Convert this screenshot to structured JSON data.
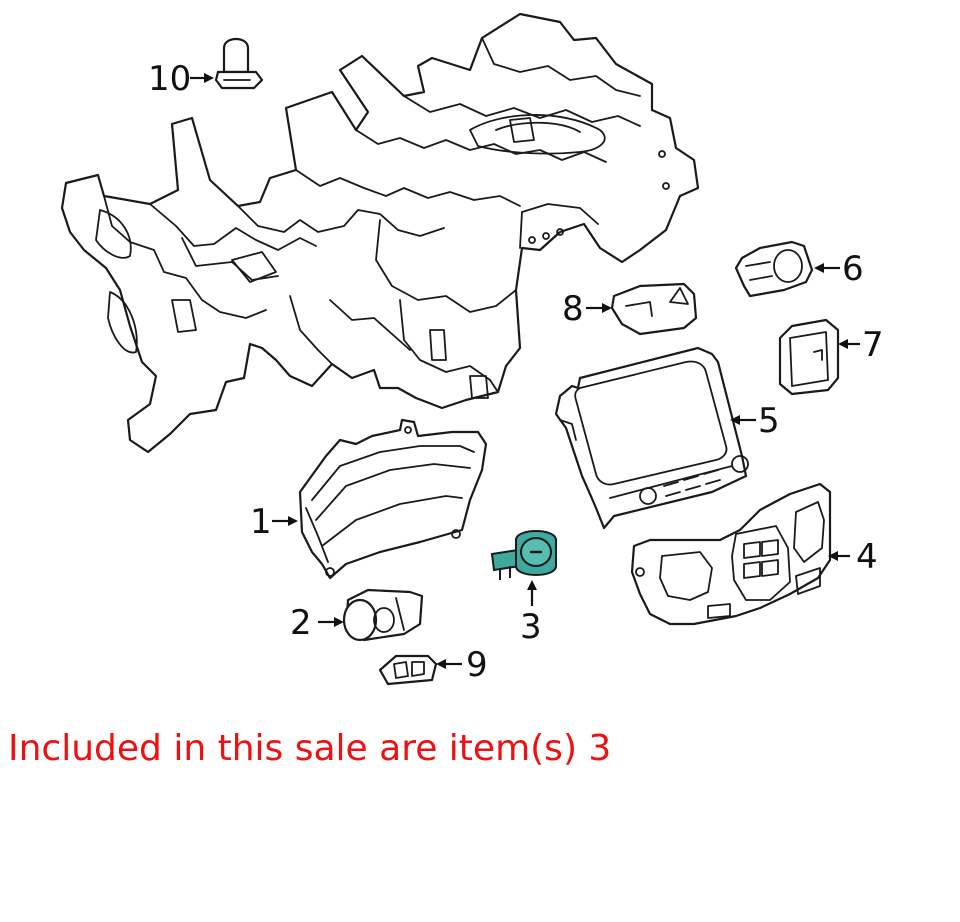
{
  "callouts": {
    "c1": "1",
    "c2": "2",
    "c3": "3",
    "c4": "4",
    "c5": "5",
    "c6": "6",
    "c7": "7",
    "c8": "8",
    "c9": "9",
    "c10": "10"
  },
  "caption": "Included in this sale are item(s) 3",
  "colors": {
    "highlight": "#3fa99e",
    "caption": "#ee1111",
    "line": "#1a1a1a"
  }
}
